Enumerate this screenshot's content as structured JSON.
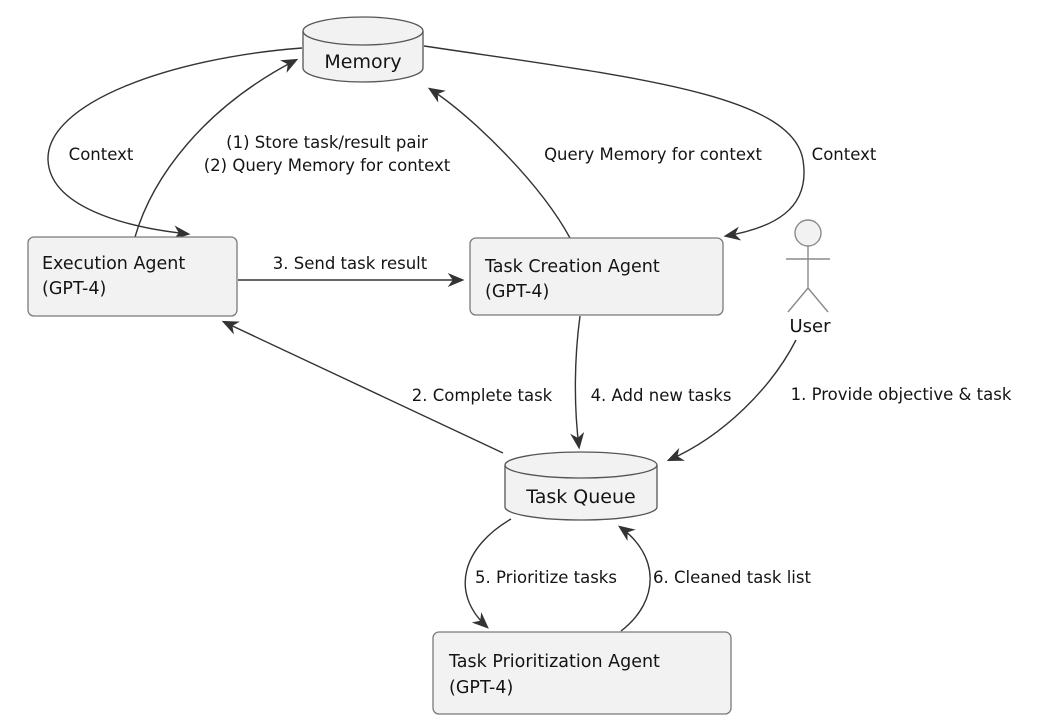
{
  "diagram": {
    "type": "flow-diagram",
    "description": "Agent architecture diagram with memory, task queue and GPT-4 agents",
    "nodes": {
      "memory": {
        "label": "Memory",
        "shape": "cylinder"
      },
      "execution_agent": {
        "label": "Execution Agent",
        "sublabel": "(GPT-4)",
        "shape": "rounded-box"
      },
      "task_creation_agent": {
        "label": "Task Creation Agent",
        "sublabel": "(GPT-4)",
        "shape": "rounded-box"
      },
      "task_queue": {
        "label": "Task Queue",
        "shape": "cylinder"
      },
      "task_prioritization_agent": {
        "label": "Task Prioritization Agent",
        "sublabel": "(GPT-4)",
        "shape": "rounded-box"
      },
      "user": {
        "label": "User",
        "shape": "actor"
      }
    },
    "edges": {
      "context_to_execution": {
        "label": "Context",
        "from": "memory",
        "to": "execution_agent"
      },
      "store_and_query": {
        "label_line1": "(1) Store task/result pair",
        "label_line2": "(2) Query Memory for context",
        "from": "execution_agent",
        "to": "memory"
      },
      "query_memory": {
        "label": "Query Memory for context",
        "from": "task_creation_agent",
        "to": "memory"
      },
      "context_to_task_creation": {
        "label": "Context",
        "from": "memory",
        "to": "task_creation_agent"
      },
      "send_task_result": {
        "label": "3. Send task result",
        "from": "execution_agent",
        "to": "task_creation_agent"
      },
      "complete_task": {
        "label": "2. Complete task",
        "from": "task_queue",
        "to": "execution_agent"
      },
      "add_new_tasks": {
        "label": "4. Add new tasks",
        "from": "task_creation_agent",
        "to": "task_queue"
      },
      "provide_objective": {
        "label": "1. Provide objective & task",
        "from": "user",
        "to": "task_queue"
      },
      "prioritize_tasks": {
        "label": "5. Prioritize tasks",
        "from": "task_queue",
        "to": "task_prioritization_agent"
      },
      "cleaned_task_list": {
        "label": "6. Cleaned task list",
        "from": "task_prioritization_agent",
        "to": "task_queue"
      }
    },
    "colors": {
      "background": "#ffffff",
      "node_fill": "#f2f2f2",
      "node_stroke": "#7a7a7a",
      "edge": "#333333",
      "text": "#141414"
    }
  }
}
